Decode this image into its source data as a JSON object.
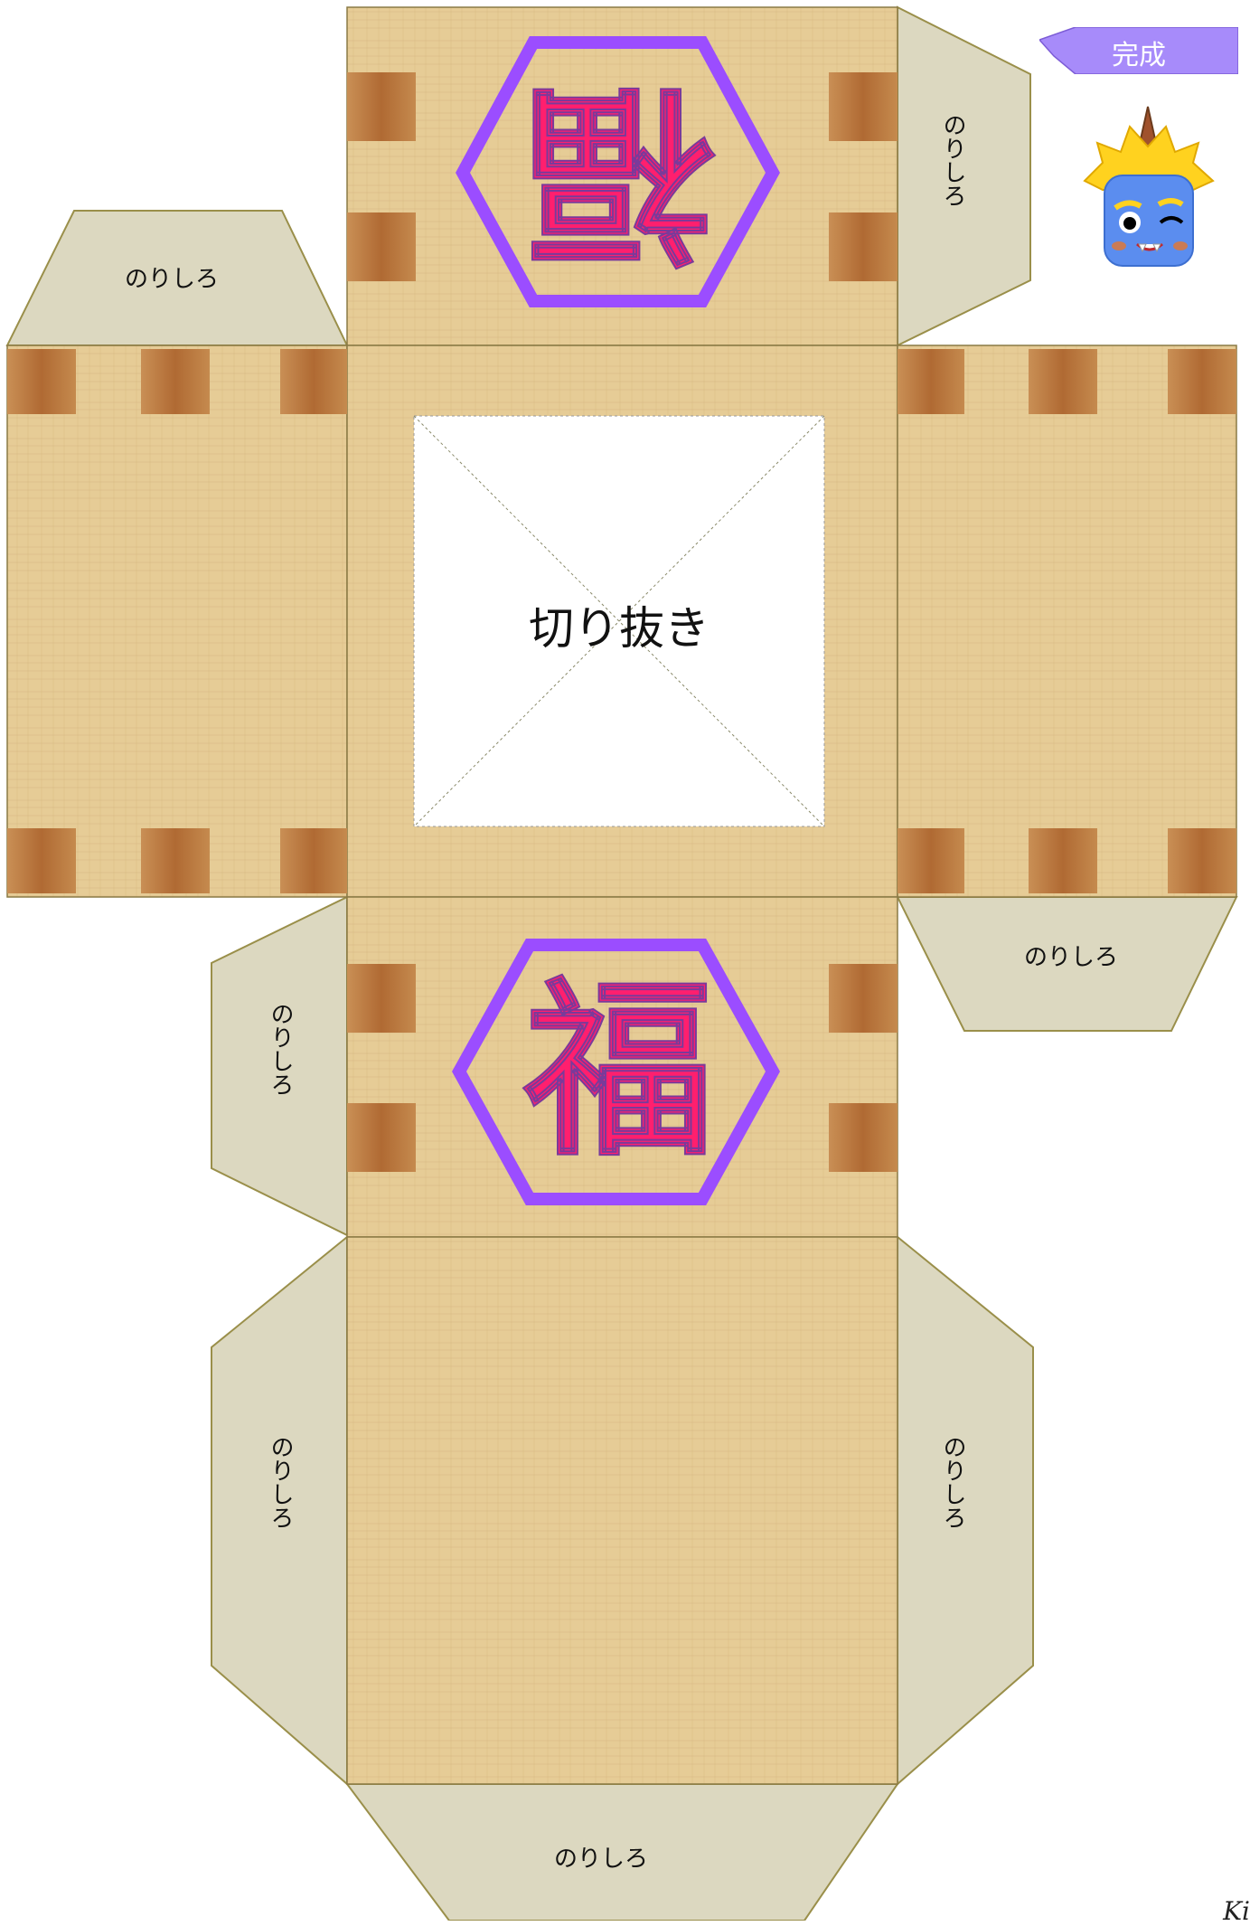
{
  "glue_tab_label": "のりしろ",
  "cutout_label": "切り抜き",
  "done_badge": "完成",
  "kanji": "福",
  "corner_mark": "Ki",
  "colors": {
    "wood": "#e6cc96",
    "wood_grain": "#d9bb7e",
    "plank": "#b8783f",
    "glue_tab": "#dcd8c0",
    "glue_tab_border": "#9a8f4a",
    "hexagon": "#9b4dff",
    "kanji_fill": "#ff1f6e",
    "badge": "#a78bfa",
    "oni_face": "#5b8def",
    "oni_hair": "#ffd21f"
  },
  "icons": [
    "oni-mascot-icon",
    "hexagon-emblem-icon"
  ]
}
